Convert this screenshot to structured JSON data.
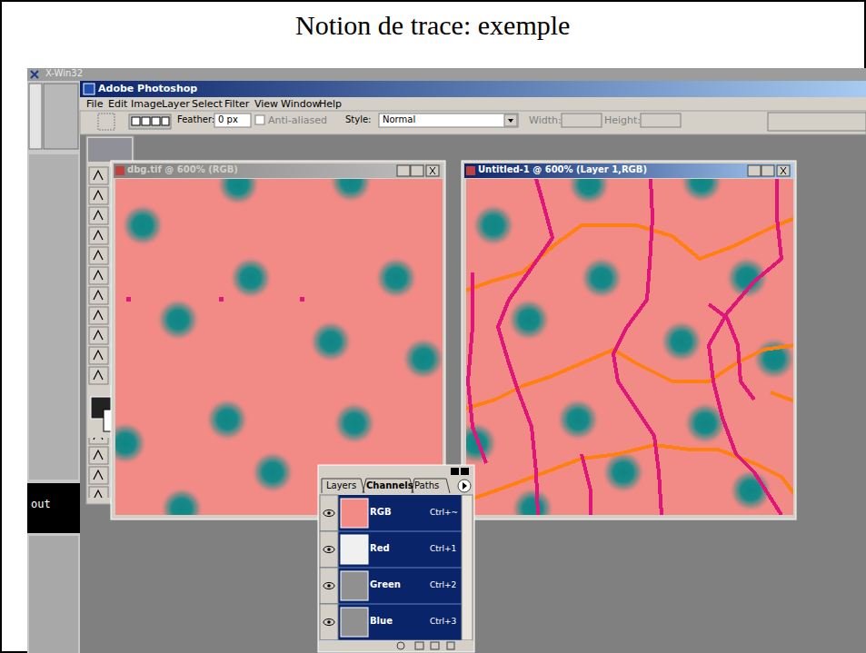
{
  "diagram": {
    "title": "Notion de trace: exemple",
    "nodes": [
      {
        "text": [
          "X-Win32"
        ]
      },
      {
        "text": [
          "Adobe Photoshop"
        ],
        "in": 0
      },
      {
        "text": [
          "dbg.tif @ 600% (RGB)"
        ],
        "in": 1
      },
      {
        "text": [
          "Untitled-1 @ 600% (Layer 1,RGB)"
        ],
        "in": 1
      },
      {
        "text": [
          "Layers",
          "Channels",
          "Paths"
        ],
        "in": 1
      },
      {
        "text": [
          "RGB",
          "Ctrl+~"
        ],
        "in": 4
      },
      {
        "text": [
          "Red",
          "Ctrl+1"
        ],
        "in": 4
      },
      {
        "text": [
          "Green",
          "Ctrl+2"
        ],
        "in": 4
      },
      {
        "text": [
          "Blue",
          "Ctrl+3"
        ],
        "in": 4
      }
    ],
    "labels": [
      "File",
      "Edit",
      "Image",
      "Layer",
      "Select",
      "Filter",
      "View",
      "Window",
      "Help",
      "Feather:",
      "0 px",
      "Anti-aliased",
      "Style:",
      "Normal",
      "Width:",
      "Height:",
      "out"
    ]
  }
}
